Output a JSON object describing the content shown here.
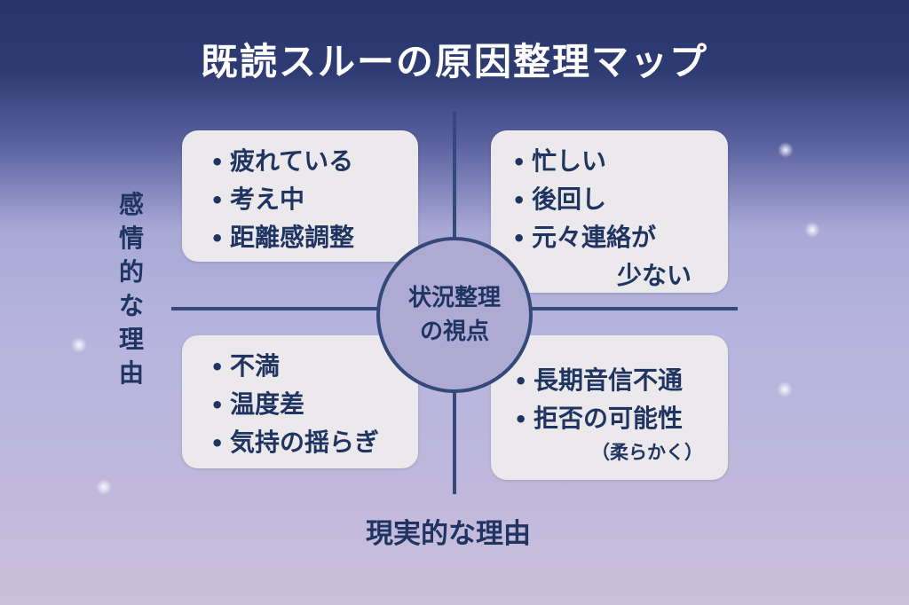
{
  "title": "既読スルーの原因整理マップ",
  "center": {
    "line1": "状況整理",
    "line2": "の視点"
  },
  "axes": {
    "vertical_label": "感情的な理由",
    "horizontal_label": "現実的な理由"
  },
  "quadrants": {
    "top_left": {
      "items": [
        "疲れている",
        "考え中",
        "距離感調整"
      ]
    },
    "top_right": {
      "items": [
        "忙しい",
        "後回し",
        "元々連絡が"
      ],
      "continuation": "少ない"
    },
    "bottom_left": {
      "items": [
        "不満",
        "温度差",
        "気持の揺らぎ"
      ]
    },
    "bottom_right": {
      "items": [
        "長期音信不通",
        "拒否の可能性"
      ],
      "note": "（柔らかく）"
    }
  },
  "bullet": "•",
  "colors": {
    "text": "#1f3461",
    "line": "#34497a",
    "box": "#ece9ec",
    "circle": "#aeaad4"
  }
}
